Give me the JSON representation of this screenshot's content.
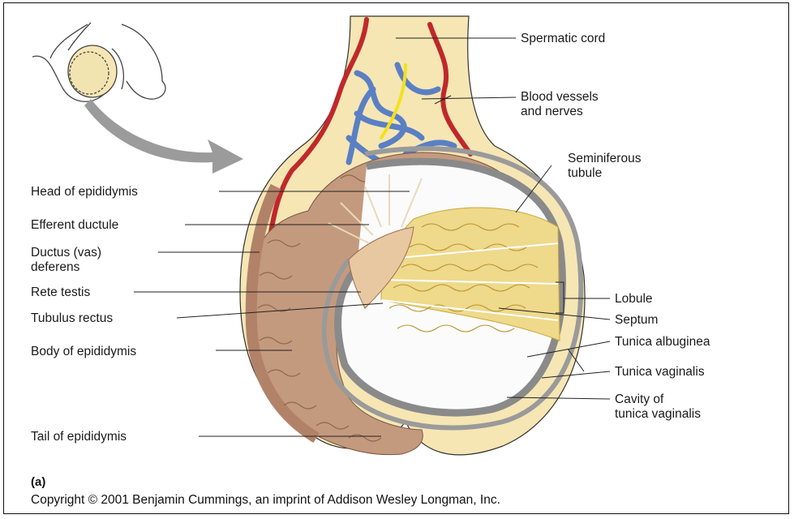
{
  "panel_label": "(a)",
  "copyright": "Copyright © 2001 Benjamin Cummings, an imprint of Addison Wesley Longman, Inc.",
  "labels": {
    "spermatic_cord": "Spermatic cord",
    "blood_vessels_1": "Blood vessels",
    "blood_vessels_2": "and nerves",
    "seminiferous_1": "Seminiferous",
    "seminiferous_2": "tubule",
    "head_epididymis": "Head of epididymis",
    "efferent_ductule": "Efferent ductule",
    "ductus_1": "Ductus (vas)",
    "ductus_2": "deferens",
    "rete_testis": "Rete testis",
    "tubulus_rectus": "Tubulus rectus",
    "body_epididymis": "Body of epididymis",
    "tail_epididymis": "Tail of epididymis",
    "lobule": "Lobule",
    "septum": "Septum",
    "tunica_albuginea": "Tunica albuginea",
    "tunica_vaginalis": "Tunica vaginalis",
    "cavity_1": "Cavity of",
    "cavity_2": "tunica vaginalis"
  },
  "colors": {
    "skin": "#f6e6b4",
    "epididymis": "#c49a7e",
    "tubules": "#efd98b",
    "artery": "#c0282b",
    "vein": "#5a7fc4",
    "nerve": "#f2e11e",
    "albuginea": "#9a9a9a"
  }
}
